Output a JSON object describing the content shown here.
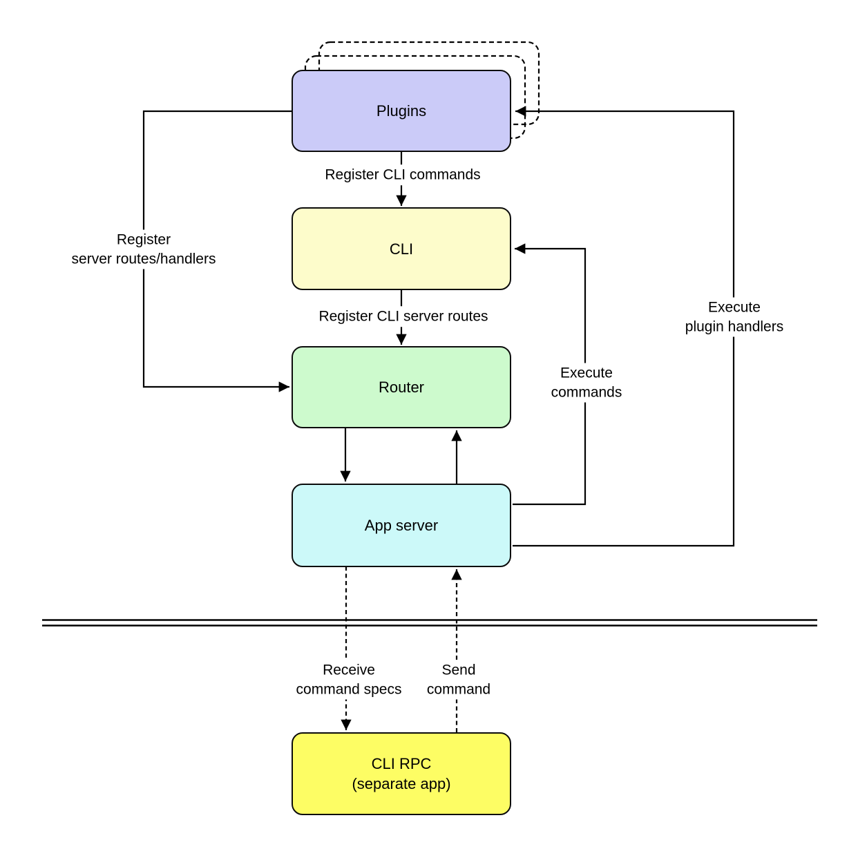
{
  "diagram": {
    "background": "#ffffff",
    "stroke_color": "#010101",
    "nodes": {
      "plugins": {
        "label": "Plugins",
        "fill": "#cbcbf8"
      },
      "cli": {
        "label": "CLI",
        "fill": "#fdfccb"
      },
      "router": {
        "label": "Router",
        "fill": "#cdfacd"
      },
      "app_server": {
        "label": "App server",
        "fill": "#ccf9f9"
      },
      "cli_rpc": {
        "line1": "CLI RPC",
        "line2": "(separate app)",
        "fill": "#fdfd64"
      }
    },
    "edges": {
      "register_cli_commands": {
        "label": "Register CLI commands"
      },
      "register_server_routes": {
        "line1": "Register",
        "line2": "server routes/handlers"
      },
      "register_cli_server_routes": {
        "label": "Register CLI server routes"
      },
      "execute_commands": {
        "line1": "Execute",
        "line2": "commands"
      },
      "execute_plugin_handlers": {
        "line1": "Execute",
        "line2": "plugin handlers"
      },
      "receive_command_specs": {
        "line1": "Receive",
        "line2": "command specs"
      },
      "send_command": {
        "line1": "Send",
        "line2": "command"
      }
    }
  }
}
